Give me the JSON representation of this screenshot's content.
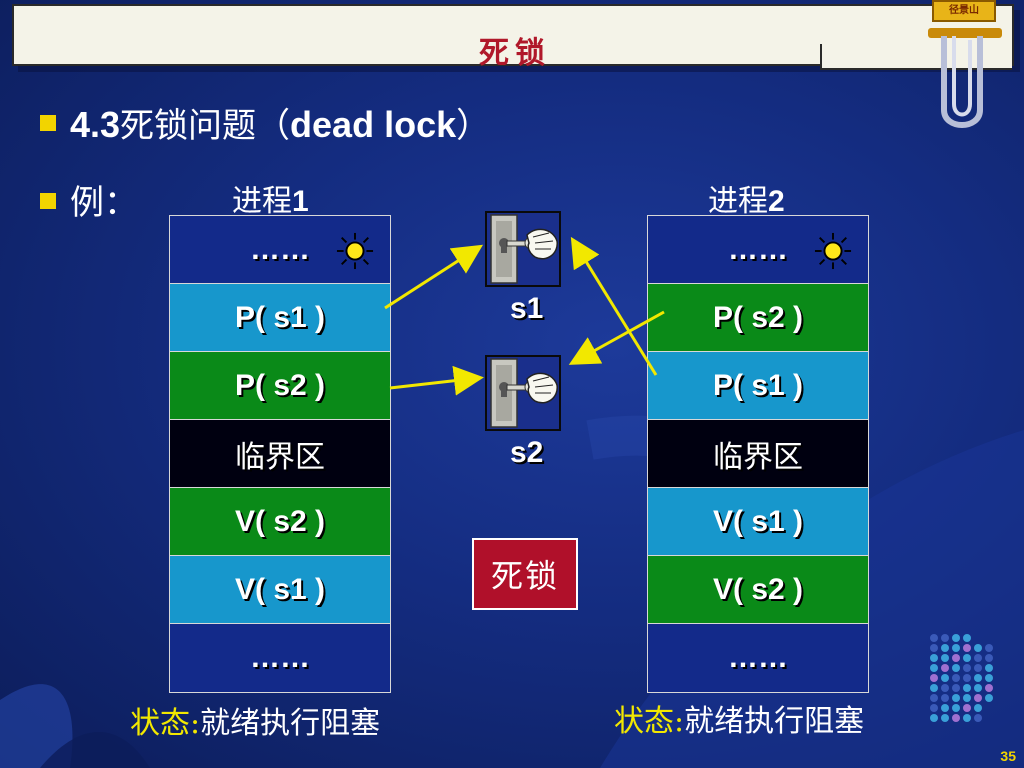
{
  "title": "死锁",
  "badge": "径景山",
  "bullets": {
    "b1_num": "4.3",
    "b1_zh": "死锁问题（",
    "b1_en": "dead lock",
    "b1_close": "）",
    "b2": "例："
  },
  "process1": {
    "title_zh": "进程",
    "title_num": "1",
    "cells": [
      "……",
      "P( s1 )",
      "P( s2 )",
      "临界区",
      "V( s2 )",
      "V( s1 )",
      "……"
    ],
    "status_label": "状态:",
    "status_values": "就绪执行阻塞"
  },
  "process2": {
    "title_zh": "进程",
    "title_num": "2",
    "cells": [
      "……",
      "P( s2 )",
      "P( s1 )",
      "临界区",
      "V( s1 )",
      "V( s2 )",
      "……"
    ],
    "status_label": "状态:",
    "status_values": "就绪执行阻塞"
  },
  "locks": {
    "s1": "s1",
    "s2": "s2"
  },
  "deadlock_label": "死锁",
  "page_number": "35",
  "colors": {
    "background": "#142c80",
    "title": "#b0182a",
    "bullet": "#f2d400",
    "navy": "#132a8a",
    "cyan": "#1797cc",
    "green": "#0a8a18",
    "black": "#000010",
    "deadlock": "#b0102a",
    "arrow": "#f2e800"
  },
  "icons": [
    "sun-icon",
    "key-hand-icon",
    "paper-clip-icon"
  ]
}
